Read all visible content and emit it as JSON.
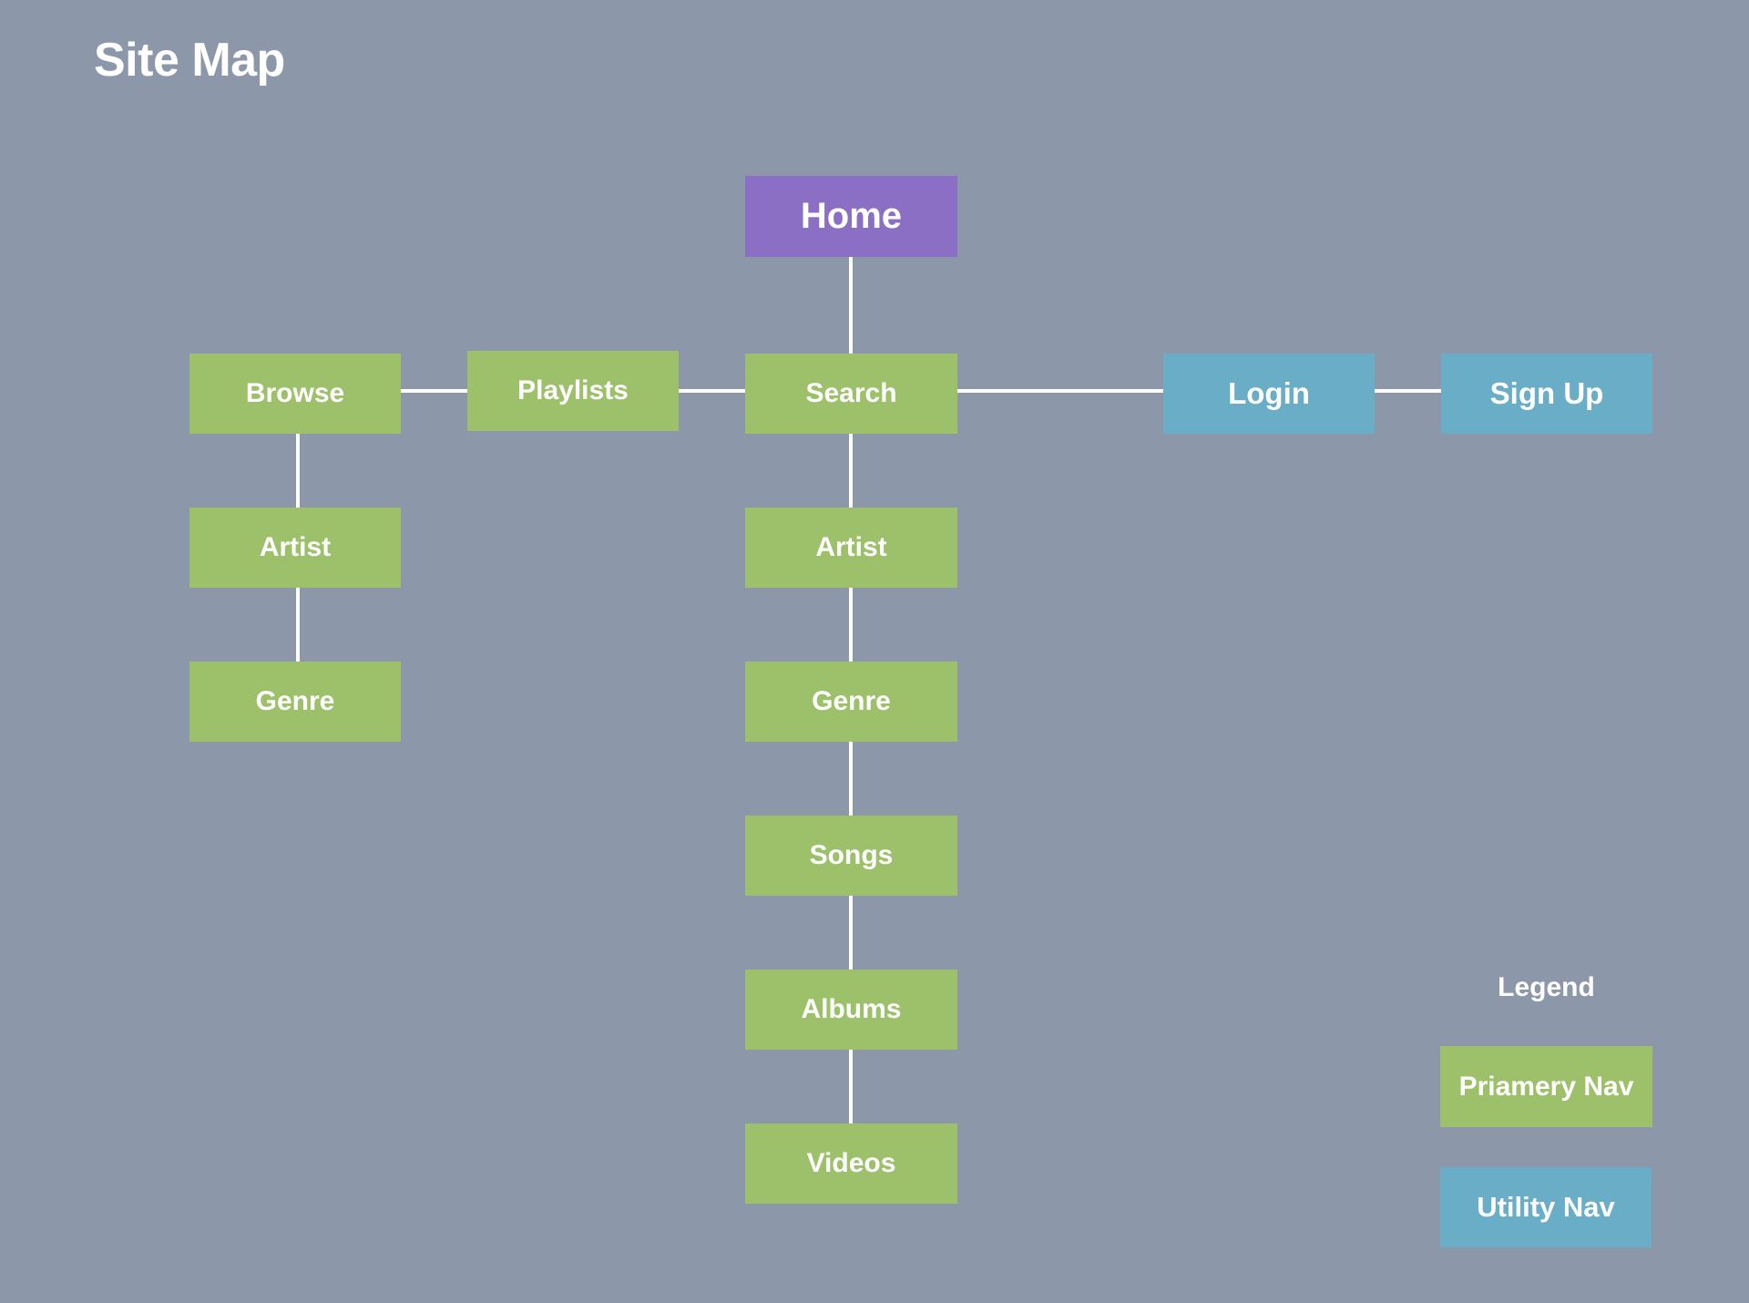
{
  "page_title": "Site Map",
  "colors": {
    "background": "#8c97aa",
    "home": "#8a6fc5",
    "primary_nav": "#9dc16a",
    "utility_nav": "#69adc6",
    "connector": "#ffffff",
    "text": "#ffffff"
  },
  "nodes": {
    "home": "Home",
    "browse": "Browse",
    "playlists": "Playlists",
    "search": "Search",
    "login": "Login",
    "sign_up": "Sign Up",
    "browse_artist": "Artist",
    "browse_genre": "Genre",
    "search_artist": "Artist",
    "search_genre": "Genre",
    "songs": "Songs",
    "albums": "Albums",
    "videos": "Videos"
  },
  "links": [
    [
      "home",
      "search"
    ],
    [
      "search",
      "playlists"
    ],
    [
      "playlists",
      "browse"
    ],
    [
      "search",
      "login"
    ],
    [
      "login",
      "sign_up"
    ],
    [
      "browse",
      "browse_artist"
    ],
    [
      "browse_artist",
      "browse_genre"
    ],
    [
      "search",
      "search_artist"
    ],
    [
      "search_artist",
      "search_genre"
    ],
    [
      "search_genre",
      "songs"
    ],
    [
      "songs",
      "albums"
    ],
    [
      "albums",
      "videos"
    ]
  ],
  "legend": {
    "title": "Legend",
    "items": [
      {
        "label": "Priamery Nav",
        "kind": "primary_nav"
      },
      {
        "label": "Utility Nav",
        "kind": "utility_nav"
      }
    ]
  }
}
